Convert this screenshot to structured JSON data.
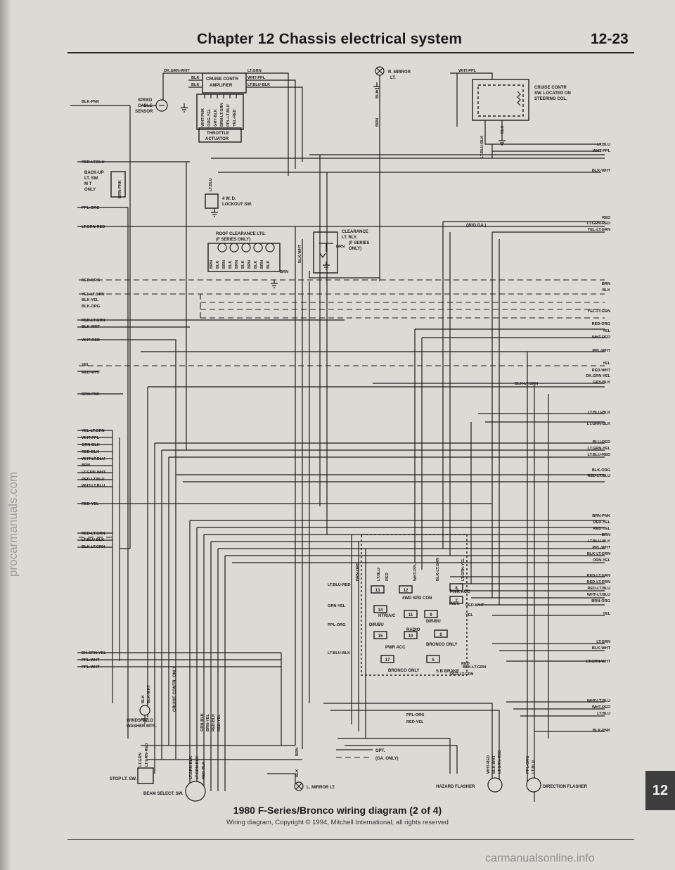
{
  "header": {
    "title": "Chapter 12  Chassis electrical system",
    "page": "12-23"
  },
  "caption": "1980 F-Series/Bronco wiring diagram (2 of 4)",
  "copyright": "Wiring diagram, Copyright © 1994, Mitchell International, all rights reserved",
  "chapter_tab": "12",
  "watermarks": {
    "left": "procarmanuals.com",
    "bottom": "carmanualsonline.info"
  },
  "components": {
    "speed_sensor": [
      "SPEED",
      "CABLE",
      "SENSOR"
    ],
    "cruise_amplifier": [
      "CRUISE CONTR",
      "AMPLIFIER"
    ],
    "throttle_actuator": [
      "THROTTLE",
      "ACTUATOR"
    ],
    "r_mirror": [
      "R. MIRROR",
      "LT."
    ],
    "cruise_switch": [
      "CRUISE CONTR",
      "SW. LOCATED ON",
      "STEERING COL."
    ],
    "backup_switch": [
      "BACK-UP",
      "LT. SW.",
      "M T",
      "ONLY"
    ],
    "lockout_switch": [
      "4 W. D.",
      "LOCKOUT SW."
    ],
    "roof_clearance": [
      "ROOF CLEARANCE LTS.",
      "(F SERIES ONLY)"
    ],
    "clearance_relay": [
      "CLEARANCE",
      "LT. RLY.",
      "(F SERIES",
      "ONLY)"
    ],
    "wo_ga": "(W/O GA.)",
    "fuse_labels": [
      "HTR/A/C",
      "DIR/BU",
      "RADIO",
      "DIR/BU",
      "PWR ACC",
      "INST.",
      "4WD SPD CON",
      "BRONCO ONLY",
      "PWR ACC",
      "BRONCO ONLY",
      "S B BRAKE"
    ],
    "fuse_numbers": [
      "13",
      "12",
      "14",
      "11",
      "15",
      "10",
      "17",
      "9",
      "8",
      "7",
      "5",
      "6"
    ],
    "washer_motor": [
      "WINDSHIELD",
      "WASHER MTR."
    ],
    "cruise_contr_only": "CRUISE CONTR. ONLY",
    "stop_switch": "STOP LT. SW.",
    "beam_switch": "BEAM SELECT. SW.",
    "l_mirror": "L. MIRROR LT.",
    "hazard_flasher": "HAZARD FLASHER",
    "direction_flasher": "DIRECTION FLASHER",
    "legend": [
      "OPT.",
      "(GA. ONLY)"
    ]
  },
  "wire_labels": {
    "left": [
      "BLK-PNK",
      "RED-LT.BLU",
      "PPL-ORG",
      "LT.GRN-RED",
      "RED-ORG",
      "YEL-LT.GRN",
      "BLK-YEL",
      "BLK-ORG",
      "RED-LT.GRN",
      "BLK-WHT",
      "WHT-RED",
      "YEL",
      "RED-WHT",
      "BRN-PNK",
      "YEL-LT.GRN",
      "WHT-PPL",
      "GRN-BLK",
      "RED-BLK",
      "WHT-LT.BLU",
      "BRN",
      "LT.GRN-WHT",
      "RED-LT.BLU",
      "WHT-LT.BLU",
      "RED-YEL",
      "RED-LT.GRN",
      "LT.BLU-BLK",
      "BLK-LT.GRN",
      "DK.GRN-YEL",
      "PPL-WHT",
      "PPL-WHT"
    ],
    "right": [
      "LT.BLU",
      "WHT-PPL",
      "BLK-WHT",
      "RED",
      "LT.GRN-RED",
      "YEL-LT.GRN",
      "BRN",
      "BLK",
      "YEL-LT.GRN",
      "RED-ORG",
      "YEL",
      "WHT-RED",
      "PPL-WHT",
      "YEL",
      "RED-WHT",
      "DK.GRN-YEL",
      "GRY-BLK",
      "LT.BLU-BLK",
      "LT.GRN-BLK",
      "BLU-RED",
      "LT.GRN-YEL",
      "LT.BLU-RED",
      "BLK-ORG",
      "RED-LT.BLU",
      "BRN-PNK",
      "RED-YEL",
      "RED-YEL",
      "BRN",
      "LT.BLU-BLK",
      "PPL-WHT",
      "BLK-LT.GRN",
      "ORN-YEL",
      "RED-LT.GRN",
      "RED-LT.ORN",
      "RED-LT.BLU",
      "WHT-LT.BLU",
      "BRN-ORG",
      "YEL",
      "LT.GRN",
      "BLK-WHT",
      "LT.GRN-WHT",
      "WHT-LT.BLU",
      "WHT-RED",
      "LT.BLU",
      "BLK-PNK"
    ],
    "top": [
      "DK.GRN-WHT",
      "BLK",
      "BLK",
      "LT.GRN",
      "WHT-PPL",
      "LT.BLU-BLK",
      "WHT-PPL",
      "BLK",
      "BRN"
    ],
    "actuator_pins": [
      "WHT-PNK",
      "ORG-YEL",
      "GRY-BLK",
      "BRN-LT.GRN",
      "PPL-LT.BLU",
      "YEL-RED"
    ],
    "switch_pins": [
      "LT.BLU-BLK",
      "BLK"
    ],
    "misc": [
      "BRN-PNK",
      "LT.BLU",
      "BLK-LT.GRN",
      "BRN",
      "BLK-WHT",
      "BRN"
    ],
    "roof_pins": [
      "BRN",
      "BLK",
      "BRN",
      "BLK",
      "BRN",
      "BLK",
      "BRN",
      "BLK",
      "BRN",
      "BLK"
    ],
    "fuse_block": [
      "LT.BLU-RED",
      "GRN-YEL",
      "PPL-ORG",
      "LT.BLU-BLK",
      "RED-WHT",
      "YEL",
      "BLK-LT.GRN",
      "RED",
      "RED-LT.GRN",
      "PPL-ORG",
      "RED-YEL"
    ],
    "fuse_top": [
      "BRN-ORG",
      "LT.BLU",
      "RED",
      "WHT-PPL",
      "BLK-LT.GRN",
      "LT.GRN-YEL"
    ],
    "washer_pins": [
      "BLK",
      "BLK-WHT"
    ],
    "stop_pins": [
      "LT.GRN",
      "LT.GRN-RED"
    ],
    "beam_pins": [
      "LT.GRN-BLK",
      "LT.GRN-BLK",
      "RED-BLK"
    ],
    "mid_pins": [
      "GRN-BLK",
      "BRN-YEL",
      "RED-BLK",
      "RED-YEL"
    ],
    "mirror_pins": [
      "BLK",
      "BRN"
    ],
    "hazard_pins": [
      "WHT-RED",
      "BLK-WHT",
      "LT.GRN-RED"
    ],
    "direction_pins": [
      "PPL-ORG",
      "LT.BLU"
    ]
  }
}
